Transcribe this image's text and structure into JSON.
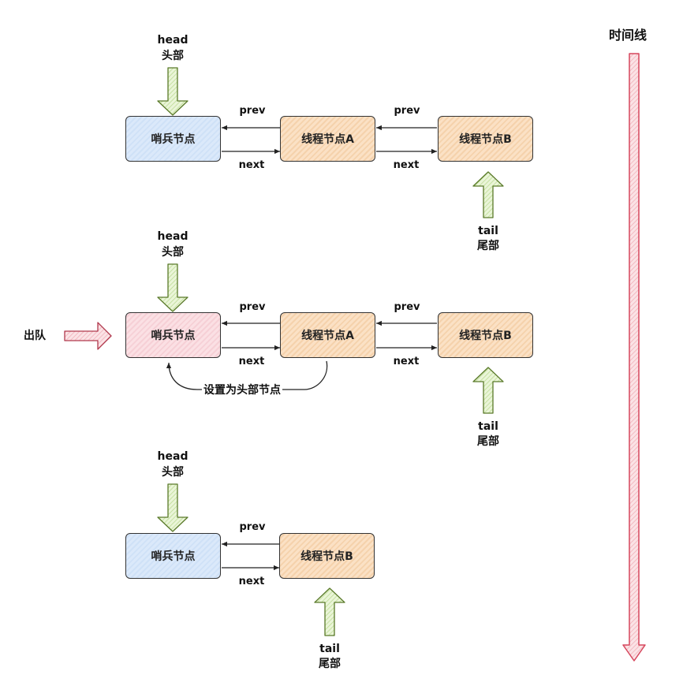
{
  "colors": {
    "sentinel_blue": "#dae8fc",
    "sentinel_dequeue": "#f8cecc",
    "thread_node": "#ffe6cc",
    "pointer_arrow": "#d5e8d4",
    "timeline_arrow": "#f8cecc",
    "outline": "#333333"
  },
  "timeline": {
    "label": "时间线"
  },
  "stage1": {
    "head": {
      "en": "head",
      "cn": "头部"
    },
    "tail": {
      "en": "tail",
      "cn": "尾部"
    },
    "nodes": [
      "哨兵节点",
      "线程节点A",
      "线程节点B"
    ],
    "links": [
      {
        "prev": "prev",
        "next": "next"
      },
      {
        "prev": "prev",
        "next": "next"
      }
    ]
  },
  "stage2": {
    "dequeue_label": "出队",
    "set_head_label": "设置为头部节点",
    "head": {
      "en": "head",
      "cn": "头部"
    },
    "tail": {
      "en": "tail",
      "cn": "尾部"
    },
    "nodes": [
      "哨兵节点",
      "线程节点A",
      "线程节点B"
    ],
    "links": [
      {
        "prev": "prev",
        "next": "next"
      },
      {
        "prev": "prev",
        "next": "next"
      }
    ]
  },
  "stage3": {
    "head": {
      "en": "head",
      "cn": "头部"
    },
    "tail": {
      "en": "tail",
      "cn": "尾部"
    },
    "nodes": [
      "哨兵节点",
      "线程节点B"
    ],
    "links": [
      {
        "prev": "prev",
        "next": "next"
      }
    ]
  }
}
